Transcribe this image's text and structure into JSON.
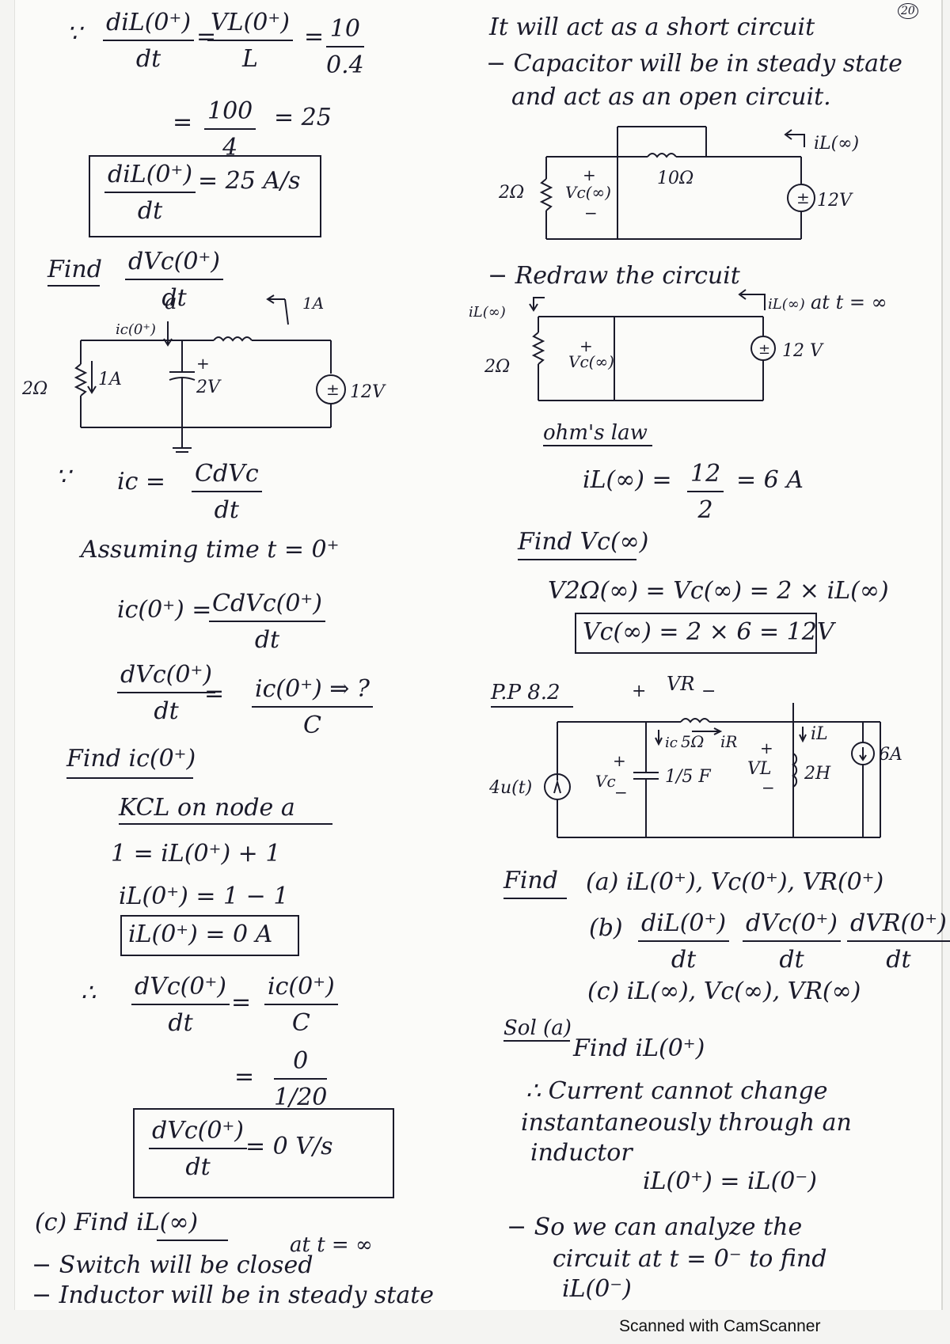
{
  "page_number": "20",
  "footer": "Scanned with CamScanner",
  "left": {
    "eq1": {
      "because": "∵",
      "lhs_num": "diL(0⁺)",
      "lhs_den": "dt",
      "eq": "=",
      "mid_num": "VL(0⁺)",
      "mid_den": "L",
      "eq2": "=",
      "rhs_num": "10",
      "rhs_den": "0.4"
    },
    "eq2": {
      "eq": "=",
      "num": "100",
      "den": "4",
      "result": "= 25"
    },
    "box1": {
      "num": "diL(0⁺)",
      "den": "dt",
      "value": "= 25 A/s"
    },
    "find_dvc": {
      "label": "Find",
      "num": "dVc(0⁺)",
      "den": "dt"
    },
    "circuit1": {
      "node": "a",
      "r_left": "2Ω",
      "i_src_left": "1A",
      "ic_label": "ic(0⁺)",
      "cap_plus": "+",
      "cap_v": "2V",
      "top_arrow_label": "1A",
      "source": "12V"
    },
    "ic_eq": {
      "because": "∵",
      "lhs": "ic =",
      "num": "CdVc",
      "den": "dt"
    },
    "assuming": "Assuming time t = 0⁺",
    "ic0_eq": {
      "lhs": "ic(0⁺) =",
      "num": "CdVc(0⁺)",
      "den": "dt"
    },
    "dvc_eq": {
      "lhs_num": "dVc(0⁺)",
      "lhs_den": "dt",
      "eq": "=",
      "rhs_num": "ic(0⁺) ⇒ ?",
      "rhs_den": "C"
    },
    "find_ic": "Find ic(0⁺)",
    "kcl": "KCL on node a",
    "kcl1": "1 = iL(0⁺) + 1",
    "kcl2": "iL(0⁺) = 1 − 1",
    "kcl_box": "iL(0⁺) = 0 A",
    "dvc_eq2": {
      "because": "∴",
      "lhs_num": "dVc(0⁺)",
      "lhs_den": "dt",
      "eq": "=",
      "rhs_num": "ic(0⁺)",
      "rhs_den": "C"
    },
    "dvc_eq3": {
      "eq": "=",
      "num": "0",
      "den": "1/20"
    },
    "box2": {
      "num": "dVc(0⁺)",
      "den": "dt",
      "value": "= 0 V/s"
    },
    "find_c": "(c) Find iL(∞)",
    "at_t_inf": "at t = ∞",
    "switch": "− Switch will be closed",
    "inductor": "− Inductor will be in steady state"
  },
  "right": {
    "short_circuit": "It will act as a short circuit",
    "capacitor1": "− Capacitor will be in steady state",
    "capacitor2": "and act as an open circuit.",
    "circuit2": {
      "il_label": "iL(∞)",
      "resistor": "10Ω",
      "r_left": "2Ω",
      "vc_plus": "+",
      "vc_label": "Vc(∞)",
      "vc_minus": "−",
      "source": "12V"
    },
    "redraw": "− Redraw the circuit",
    "circuit3": {
      "il_left": "iL(∞)",
      "il_right": "iL(∞)",
      "at_t_inf": "at t = ∞",
      "r_left": "2Ω",
      "vc_plus": "+",
      "vc_label": "Vc(∞)",
      "source": "12 V"
    },
    "ohms": "ohm's law",
    "ohm_eq": {
      "lhs": "iL(∞) =",
      "num": "12",
      "den": "2",
      "result": "= 6 A"
    },
    "find_vc": "Find Vc(∞)",
    "v2_eq": "V2Ω(∞) = Vc(∞) = 2 × iL(∞)",
    "vc_box": "Vc(∞) = 2 × 6 = 12V",
    "pp": "P.P 8.2",
    "circuit4": {
      "vr_label": "VR",
      "vr_plus": "+",
      "vr_minus": "−",
      "resistor": "5Ω",
      "ic_label": "ic",
      "ir_label": "iR",
      "il_label": "iL",
      "src_left": "4u(t)",
      "vc_plus": "+",
      "vc_label": "Vc",
      "vc_minus": "−",
      "cap": "1/5 F",
      "vl_plus": "+",
      "vl_label": "VL",
      "vl_minus": "−",
      "ind": "2H",
      "src_right": "6A"
    },
    "find": "Find",
    "qa": "(a) iL(0⁺), Vc(0⁺), VR(0⁺)",
    "qb": {
      "label": "(b)",
      "t1": "diL(0⁺)",
      "t2": "dVc(0⁺)",
      "t3": "dVR(0⁺)",
      "den": "dt"
    },
    "qc": "(c) iL(∞), Vc(∞), VR(∞)",
    "sol": "Sol (a)",
    "find_il": "Find iL(0⁺)",
    "cannot1": "∴ Current cannot change",
    "cannot2": "instantaneously through an",
    "cannot3": "inductor",
    "il_eq": "iL(0⁺) = iL(0⁻)",
    "analyze1": "− So we can analyze the",
    "analyze2": "circuit at t = 0⁻ to find",
    "analyze3": "iL(0⁻)"
  }
}
